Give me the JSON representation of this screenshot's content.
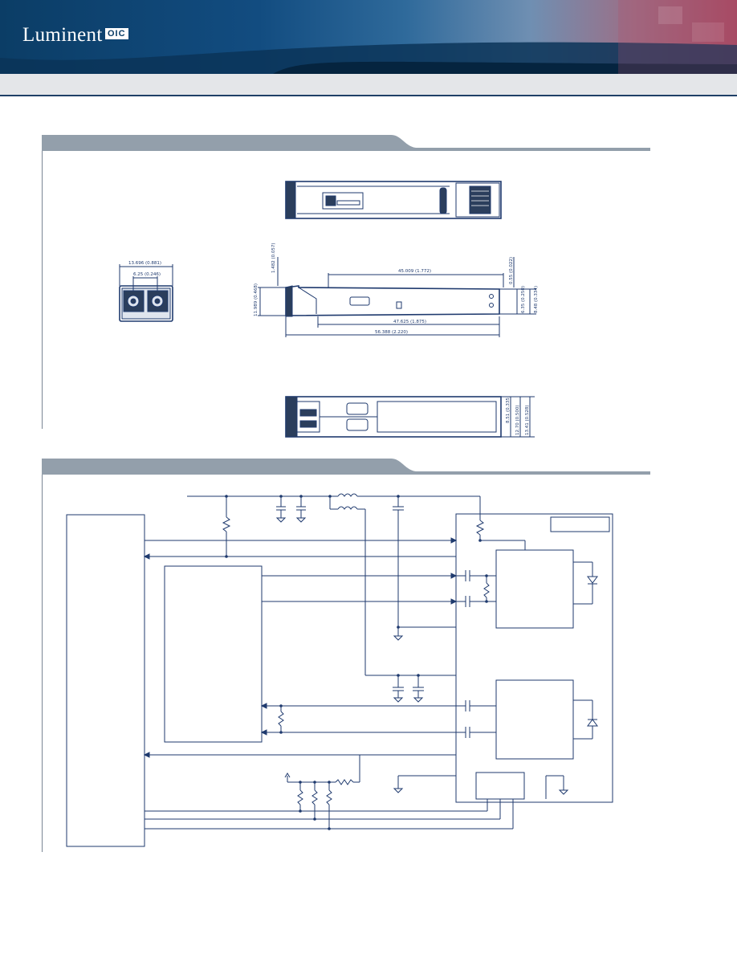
{
  "header": {
    "brand_name": "Luminent",
    "brand_tag": "OIC",
    "colors": {
      "banner_dark": "#0b3d66",
      "banner_accent": "#a54a63",
      "section_bar": "#939fab",
      "drawing_line": "#1f3a6e"
    }
  },
  "dimensions": {
    "front_width": "13.696 (0.881)",
    "front_port_width": "6.25 (0.246)",
    "side_top_length": "45.009 (1.772)",
    "side_left_height_small": "1.482 (0.057)",
    "side_left_height": "11.989 (0.468)",
    "side_right_small": "0.55 (0.022)",
    "side_right_a": "6.35 (0.250)",
    "side_right_b": "8.48 (0.334)",
    "side_bottom_body": "47.625 (1.875)",
    "side_bottom_total": "56.388 (2.220)",
    "bottom_right_a": "8.51 (0.335)",
    "bottom_right_b": "12.70 (0.500)",
    "bottom_right_c": "13.41 (0.528)"
  }
}
